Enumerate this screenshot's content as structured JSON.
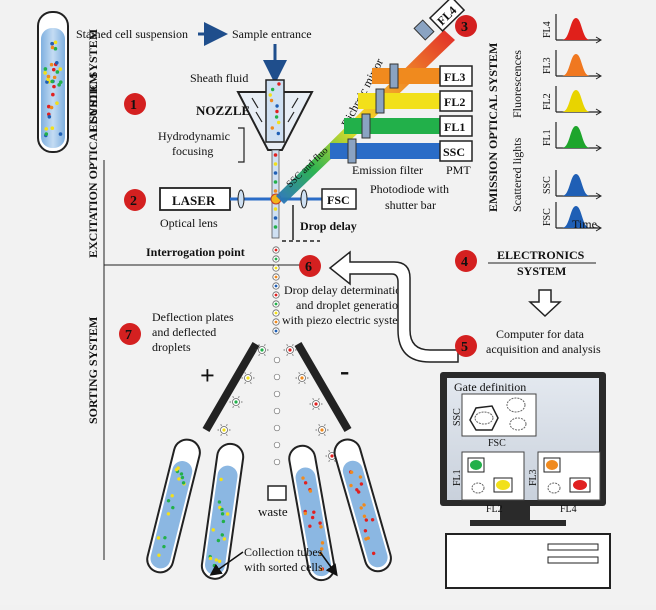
{
  "labels": {
    "stained_cell_suspension": "Stained cell suspension",
    "sample_entrance": "Sample entrance",
    "sheath_fluid": "Sheath fluid",
    "nozzle": "NOZZLE",
    "hydrodynamic_1": "Hydrodynamic",
    "hydrodynamic_2": "focusing",
    "laser": "LASER",
    "optical_lens": "Optical lens",
    "interrogation_point": "Interrogation point",
    "drop_delay": "Drop delay",
    "photodiode_1": "Photodiode with",
    "photodiode_2": "shutter bar",
    "ssc_and_fluo": "SSC and fluo",
    "dichroic_mirror": "Dichroic mirror",
    "emission_filter": "Emission filter",
    "pmt": "PMT",
    "fsc": "FSC",
    "ssc_box": "SSC",
    "fl1": "FL1",
    "fl2": "FL2",
    "fl3": "FL3",
    "fl4": "FL4",
    "drop_delay_det_1": "Drop delay determination",
    "drop_delay_det_2": "and droplet generation",
    "drop_delay_det_3": "with piezo electric system",
    "deflection_1": "Deflection plates",
    "deflection_2": "and deflected",
    "deflection_3": "droplets",
    "plus": "+",
    "minus": "-",
    "waste": "waste",
    "collection_1": "Collection tubes",
    "collection_2": "with sorted cells",
    "electronics_1": "ELECTRONICS",
    "electronics_2": "SYSTEM",
    "computer_1": "Computer for data",
    "computer_2": "acquisition and analysis",
    "gate_definition": "Gate definition",
    "fluorescences": "Fluorescences",
    "scattered_lights": "Scattered lights",
    "time": "Time"
  },
  "systems": {
    "fluidic": "FLUIDIC SYSTEM",
    "excitation": "EXCITATION OPTICAL SYSTEM",
    "sorting": "SORTING SYSTEM",
    "emission": "EMISSION OPTICAL SYSTEM"
  },
  "steps": [
    "1",
    "2",
    "3",
    "4",
    "5",
    "6",
    "7"
  ],
  "histograms": [
    {
      "label": "FL4",
      "color": "#e0201b"
    },
    {
      "label": "FL3",
      "color": "#f07820"
    },
    {
      "label": "FL2",
      "color": "#e8d400"
    },
    {
      "label": "FL1",
      "color": "#1ea52c"
    },
    {
      "label": "SSC",
      "color": "#1f5fb5"
    },
    {
      "label": "FSC",
      "color": "#1f5fb5"
    }
  ],
  "gate_panels": {
    "p1_y": "SSC",
    "p1_x": "FSC",
    "p2_y": "FL1",
    "p2_x": "FL2",
    "p3_y": "FL3",
    "p3_x": "FL4"
  },
  "colors": {
    "step_circle": "#d42020",
    "arrow_blue": "#1f4e8c",
    "fluid_blue": "#a9c8e8"
  }
}
